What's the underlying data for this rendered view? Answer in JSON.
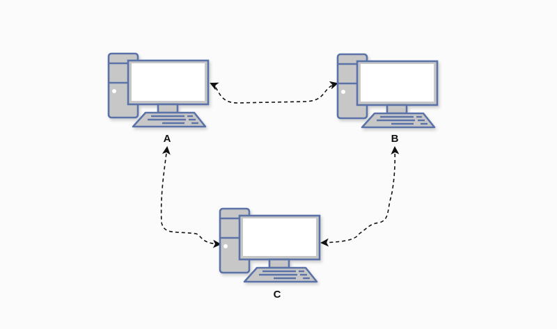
{
  "diagram": {
    "type": "network-topology",
    "nodes": [
      {
        "id": "A",
        "label": "A",
        "icon": "desktop-computer-icon"
      },
      {
        "id": "B",
        "label": "B",
        "icon": "desktop-computer-icon"
      },
      {
        "id": "C",
        "label": "C",
        "icon": "desktop-computer-icon"
      }
    ],
    "edges": [
      {
        "from": "A",
        "to": "B",
        "style": "dashed",
        "direction": "bidirectional"
      },
      {
        "from": "A",
        "to": "C",
        "style": "dashed",
        "direction": "bidirectional"
      },
      {
        "from": "B",
        "to": "C",
        "style": "dashed",
        "direction": "bidirectional"
      }
    ],
    "colors": {
      "outline": "#5a72a8",
      "fill": "#c7c7c7",
      "screen": "#ffffff",
      "edge": "#111111",
      "background": "#fbfbfb"
    }
  }
}
